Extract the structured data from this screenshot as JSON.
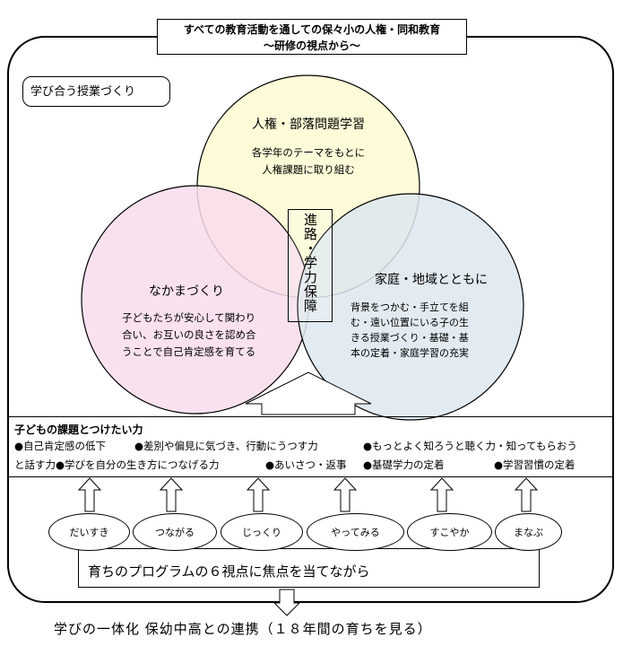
{
  "title": {
    "line1": "すべての教育活動を通しての保々小の人権・同和教育",
    "line2": "～研修の視点から～"
  },
  "section_label": "学び合う授業づくり",
  "circles": {
    "top": {
      "title": "人権・部落問題学習",
      "text_line1": "各学年のテーマをもとに",
      "text_line2": "人権課題に取り組む",
      "color": "#fdfbd8"
    },
    "left": {
      "title": "なかまづくり",
      "text_line1": "子どもたちが安心して関わり",
      "text_line2": "合い、お互いの良さを認め合",
      "text_line3": "うことで自己肯定感を育てる",
      "color": "#f9dcec"
    },
    "right": {
      "title": "家庭・地域とともに",
      "text_line1": "背景をつかむ・手立てを組",
      "text_line2": "む・遠い位置にいる子の生",
      "text_line3": "きる授業づくり・基礎・基",
      "text_line4": "本の定着・家庭学習の充実",
      "color": "#dde8ee"
    }
  },
  "center_label": "進路・学力保障",
  "issues": {
    "title": "子どもの課題とつけたい力",
    "row1": [
      "●自己肯定感の低下",
      "●差別や偏見に気づき、行動にうつす力",
      "●もっとよく知ろうと聴く力・知ってもらおう"
    ],
    "row2": [
      "と話す力●学びを自分の生き方につなげる力",
      "●あいさつ・返事",
      "●基礎学力の定着",
      "●学習習慣の定着"
    ]
  },
  "viewpoints": [
    "だいすき",
    "つながる",
    "じっくり",
    "やってみる",
    "すこやか",
    "まなぶ"
  ],
  "program_label": "育ちのプログラムの６視点に焦点を当てながら",
  "bottom_text": "学びの一体化 保幼中高との連携（１８年間の育ちを見る）"
}
